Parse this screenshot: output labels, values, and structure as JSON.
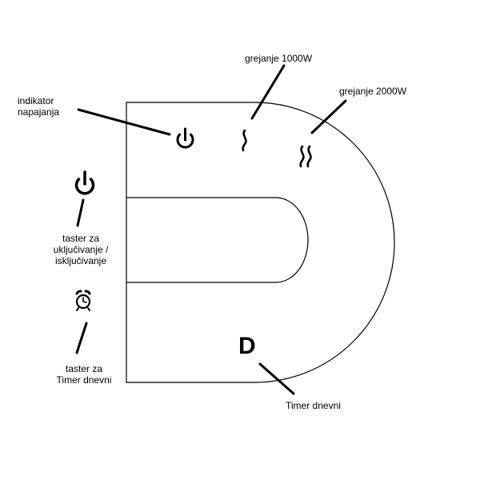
{
  "labels": {
    "grejanje_1000": "grejanje 1000W",
    "grejanje_2000": "grejanje 2000W",
    "indikator_line1": "indikator",
    "indikator_line2": "napajanja",
    "taster_power_line1": "taster za",
    "taster_power_line2": "uključivanje /",
    "taster_power_line3": "isključivanje",
    "taster_timer_line1": "taster za",
    "taster_timer_line2": "Timer dnevni",
    "timer_dnevni": "Timer dnevni"
  },
  "panel": {
    "d_letter": "D"
  },
  "icons": {
    "power_indicator": "power-icon",
    "power_button": "power-icon",
    "timer_button": "alarm-clock-icon",
    "heat_1000": "single-wave-icon",
    "heat_2000": "double-wave-icon"
  }
}
